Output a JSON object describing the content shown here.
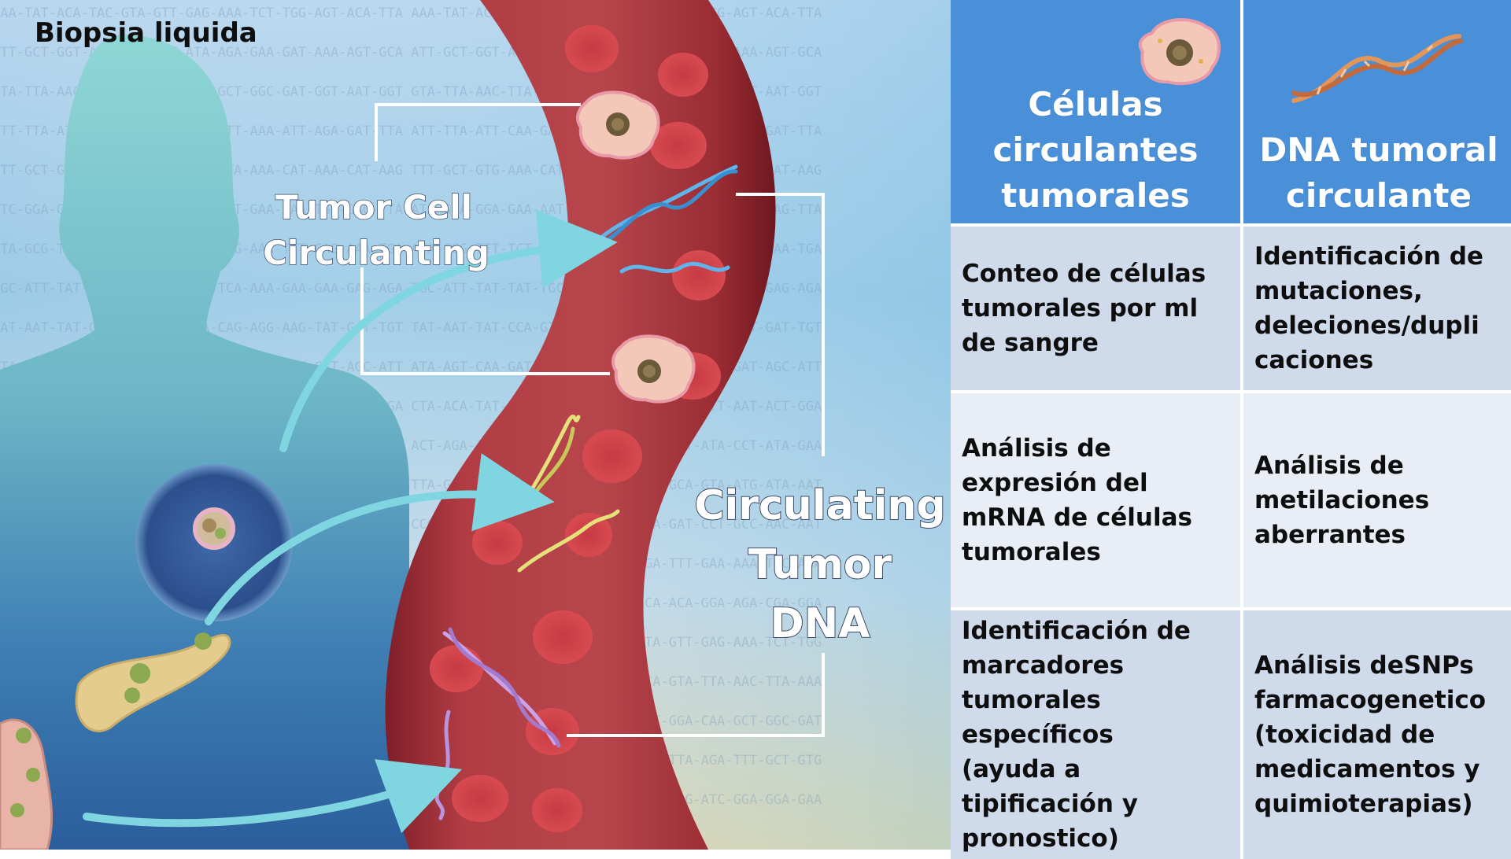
{
  "title": "Biopsia liquida",
  "illustration": {
    "tumor_cell_label": [
      "Tumor Cell",
      "Circulanting"
    ],
    "ctdna_label": [
      "Circulating",
      "Tumor",
      "DNA"
    ],
    "dna_background_text": [
      "AAA-TAT-ACA-TAC-GTA-GTT-GAG-AAA-TCT-TGG-AGT-ACA-TTA",
      "ATT-GCT-GGT-ATC-AAT-CTT-ATA-AGA-GAA-GAT-AAA-AGT-GCA",
      "GTA-TTA-AAC-TTA-AAA-ATA-CAA-GCT-GGC-GAT-GGT-AAT-GGT",
      "ATT-TTA-ATT-CAA-GAA-GAA-AAT-ATT-AAA-ATT-AGA-GAT-TTA",
      "TTT-GCT-GTG-AAA-CAT-AGT-CGT-TTA-AAA-CAT-AAA-CAT-AAG",
      "ATC-GGA-GGA-GAA-AAT-GTA-AAT-TAT-GAA-AAA-TGC-GAG-TTA",
      "ATA-GCG-TTT-TCT-GCC-TTT-TTT-GAG-AAA-TTT-GAG-AAA-TGA",
      "TGC-ATT-TAT-TAT-TGC-TTT-AAA-TCA-AAA-GAA-GAA-GAG-AGA",
      "TAT-AAT-TAT-CCA-GTT-GTT-CCA-CAG-AGG-AAG-TAT-GAT-TGT",
      "ATA-AGT-CAA-GAT-AAG-GAG-ATT-CAT-TAT-TTT-GAT-AGC-ATT",
      "CTA-ACA-TAT-AAA-CGC-TGA-GAC-ATA-TCA-TTT-AAT-ACT-GGA",
      "ACT-AGA-AAA-TCA-GTA-AAG-GCA-AAT-TTT-ATA-CCT-ATA-GAA",
      "TTA-GAT-CAA-AAT-TAC-CCT-ATA-TTA-GCA-GTA-ATG-ATA-AAT",
      "CCG-TTA-CAA-AAG-TTA-AAT-CTT-ATA-GAT-CCT-GCC-AAC-AAT",
      "GCA-TTT-ATA-AAA-TCT-GAA-GAT-GGA-TTT-GAA-AAA-TGC-AGA",
      "AAG-AAT-TCT-TTA-GAG-GAA-AGG-GCA-ACA-GGA-AGA-CGA-GGA",
      "AAA-GAA-GAA-AAT-TAT-ACA-TAC-GTA-GTT-GAG-AAA-TCT-TGG",
      "GCA-ATA-ATA-GAA-GTA-AAA-AGT-GCA-GTA-TTA-AAC-TTA-AAA",
      "GGT-GAA-TTA-GGC-GAT-GGT-AAT-GGT-GGA-CAA-GCT-GGC-GAT",
      "ATT-GGT-TTA-AGT-TTA-ATT-AGA-GAT-TTA-AGA-TTT-GCT-GTG",
      "ATT-GAT-TTT-TCA-AAA-CAT-AAA-CAT-AAG-ATC-GGA-GGA-GAA"
    ]
  },
  "table": {
    "headers": [
      {
        "lines": [
          "Células",
          "circulantes",
          "tumorales"
        ],
        "icon": "tumor-cell-icon"
      },
      {
        "lines": [
          "DNA tumoral",
          "circulante"
        ],
        "icon": "dna-helix-icon"
      }
    ],
    "rows": [
      [
        [
          "Conteo de células",
          "tumorales por ml",
          "de sangre"
        ],
        [
          "Identificación de",
          "mutaciones,",
          "deleciones/dupli",
          "caciones"
        ]
      ],
      [
        [
          "Análisis de",
          "expresión del",
          "mRNA de células",
          "tumorales"
        ],
        [
          "Análisis de",
          "metilaciones",
          "aberrantes"
        ]
      ],
      [
        [
          "Identificación de",
          "marcadores",
          "tumorales",
          "específicos",
          "(ayuda a",
          "tipificación y",
          "pronostico)"
        ],
        [
          "Análisis deSNPs",
          "farmacogenetico",
          "(toxicidad de",
          "medicamentos y",
          "quimioterapias)"
        ]
      ]
    ]
  },
  "colors": {
    "header_blue": "#4a90d9",
    "row_dark": "#cfdaeb",
    "row_light": "#e8edf6",
    "vessel": "#a8333a",
    "body": "#6fb8c4",
    "arrow": "#7fd6e0"
  }
}
